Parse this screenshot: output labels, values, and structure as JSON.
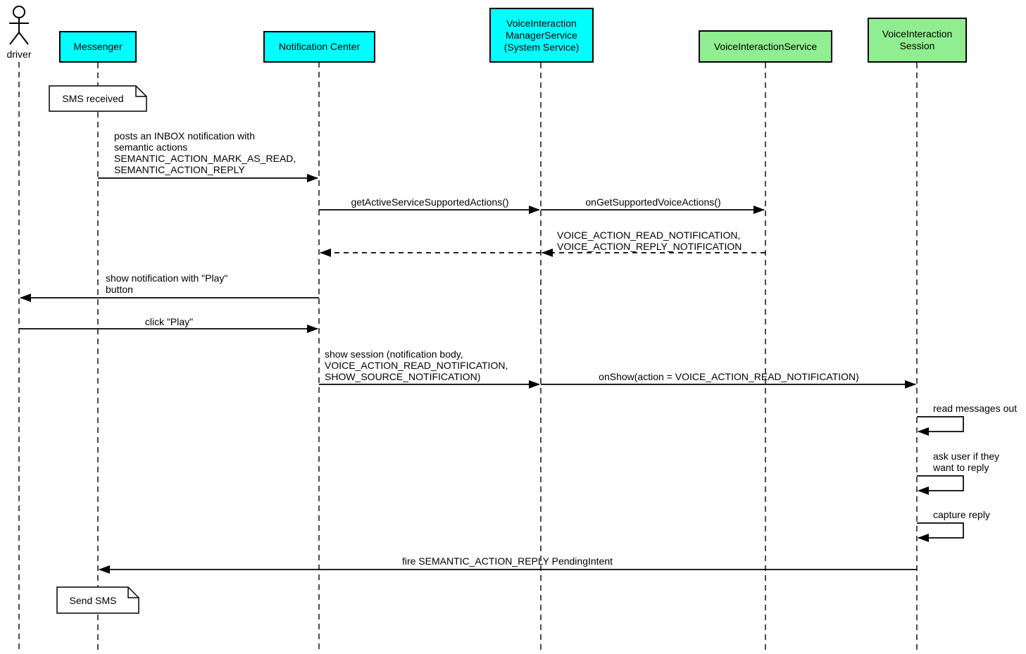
{
  "diagram": {
    "type": "uml-sequence-diagram",
    "colors": {
      "app_fill_cyan": "#00FFFF",
      "service_fill_green": "#90EE90",
      "note_fill": "#FFFFFF",
      "line": "#000000",
      "background": "#FFFFFF"
    },
    "actor": {
      "name": "driver"
    },
    "participants": [
      {
        "label": "Messenger",
        "fill": "#00FFFF"
      },
      {
        "label": "Notification Center",
        "fill": "#00FFFF"
      },
      {
        "label": "VoiceInteraction\nManagerService\n(System Service)",
        "fill": "#00FFFF"
      },
      {
        "label": "VoiceInteractionService",
        "fill": "#90EE90"
      },
      {
        "label": "VoiceInteraction\nSession",
        "fill": "#90EE90"
      }
    ],
    "notes": [
      {
        "text": "SMS received",
        "attached_to": "Messenger"
      },
      {
        "text": "Send SMS",
        "attached_to": "Messenger"
      }
    ],
    "messages": [
      {
        "label": "posts an INBOX notification with\nsemantic actions\nSEMANTIC_ACTION_MARK_AS_READ,\nSEMANTIC_ACTION_REPLY",
        "from": "Messenger",
        "to": "Notification Center",
        "style": "solid"
      },
      {
        "label": "getActiveServiceSupportedActions()",
        "from": "Notification Center",
        "to": "VoiceInteractionManagerService",
        "style": "solid"
      },
      {
        "label": "onGetSupportedVoiceActions()",
        "from": "VoiceInteractionManagerService",
        "to": "VoiceInteractionService",
        "style": "solid"
      },
      {
        "label": "VOICE_ACTION_READ_NOTIFICATION,\nVOICE_ACTION_REPLY_NOTIFICATION",
        "from": "VoiceInteractionService",
        "to": "Notification Center",
        "style": "dashed-return"
      },
      {
        "label": "show notification with \"Play\"\nbutton",
        "from": "Notification Center",
        "to": "driver",
        "style": "solid"
      },
      {
        "label": "click \"Play\"",
        "from": "driver",
        "to": "Notification Center",
        "style": "solid"
      },
      {
        "label": "show session (notification body,\nVOICE_ACTION_READ_NOTIFICATION,\nSHOW_SOURCE_NOTIFICATION)",
        "from": "Notification Center",
        "to": "VoiceInteractionManagerService",
        "style": "solid"
      },
      {
        "label": "onShow(action = VOICE_ACTION_READ_NOTIFICATION)",
        "from": "VoiceInteractionManagerService",
        "to": "VoiceInteractionSession",
        "style": "solid"
      },
      {
        "label": "read messages out",
        "from": "VoiceInteractionSession",
        "to": "VoiceInteractionSession",
        "style": "self"
      },
      {
        "label": "ask user if they\nwant to reply",
        "from": "VoiceInteractionSession",
        "to": "VoiceInteractionSession",
        "style": "self"
      },
      {
        "label": "capture reply",
        "from": "VoiceInteractionSession",
        "to": "VoiceInteractionSession",
        "style": "self"
      },
      {
        "label": "fire SEMANTIC_ACTION_REPLY PendingIntent",
        "from": "VoiceInteractionSession",
        "to": "Messenger",
        "style": "solid"
      }
    ]
  }
}
